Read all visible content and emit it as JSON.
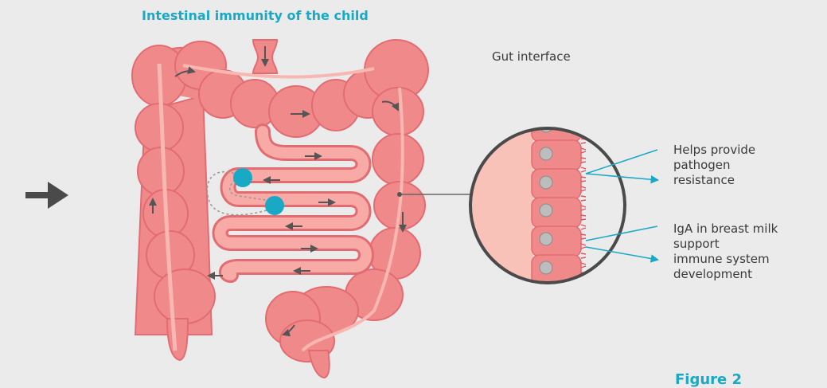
{
  "title": "Intestinal immunity of the child",
  "gut_interface_label": "Gut interface",
  "callouts": [
    {
      "lines": [
        "Helps provide",
        "pathogen",
        "resistance"
      ]
    },
    {
      "lines": [
        "IgA in breast milk",
        "support",
        "immune system",
        "development"
      ]
    }
  ],
  "figure_label": "Figure 2",
  "colors": {
    "accent": "#19a9c4",
    "intestine": "#f08a8a",
    "intestine_dark": "#e36b72",
    "intestine_light": "#f9b7b2",
    "arrow": "#555555",
    "border": "#4a4a4a"
  },
  "icons": [
    "right-arrow-icon",
    "flow-arrow-icon"
  ]
}
